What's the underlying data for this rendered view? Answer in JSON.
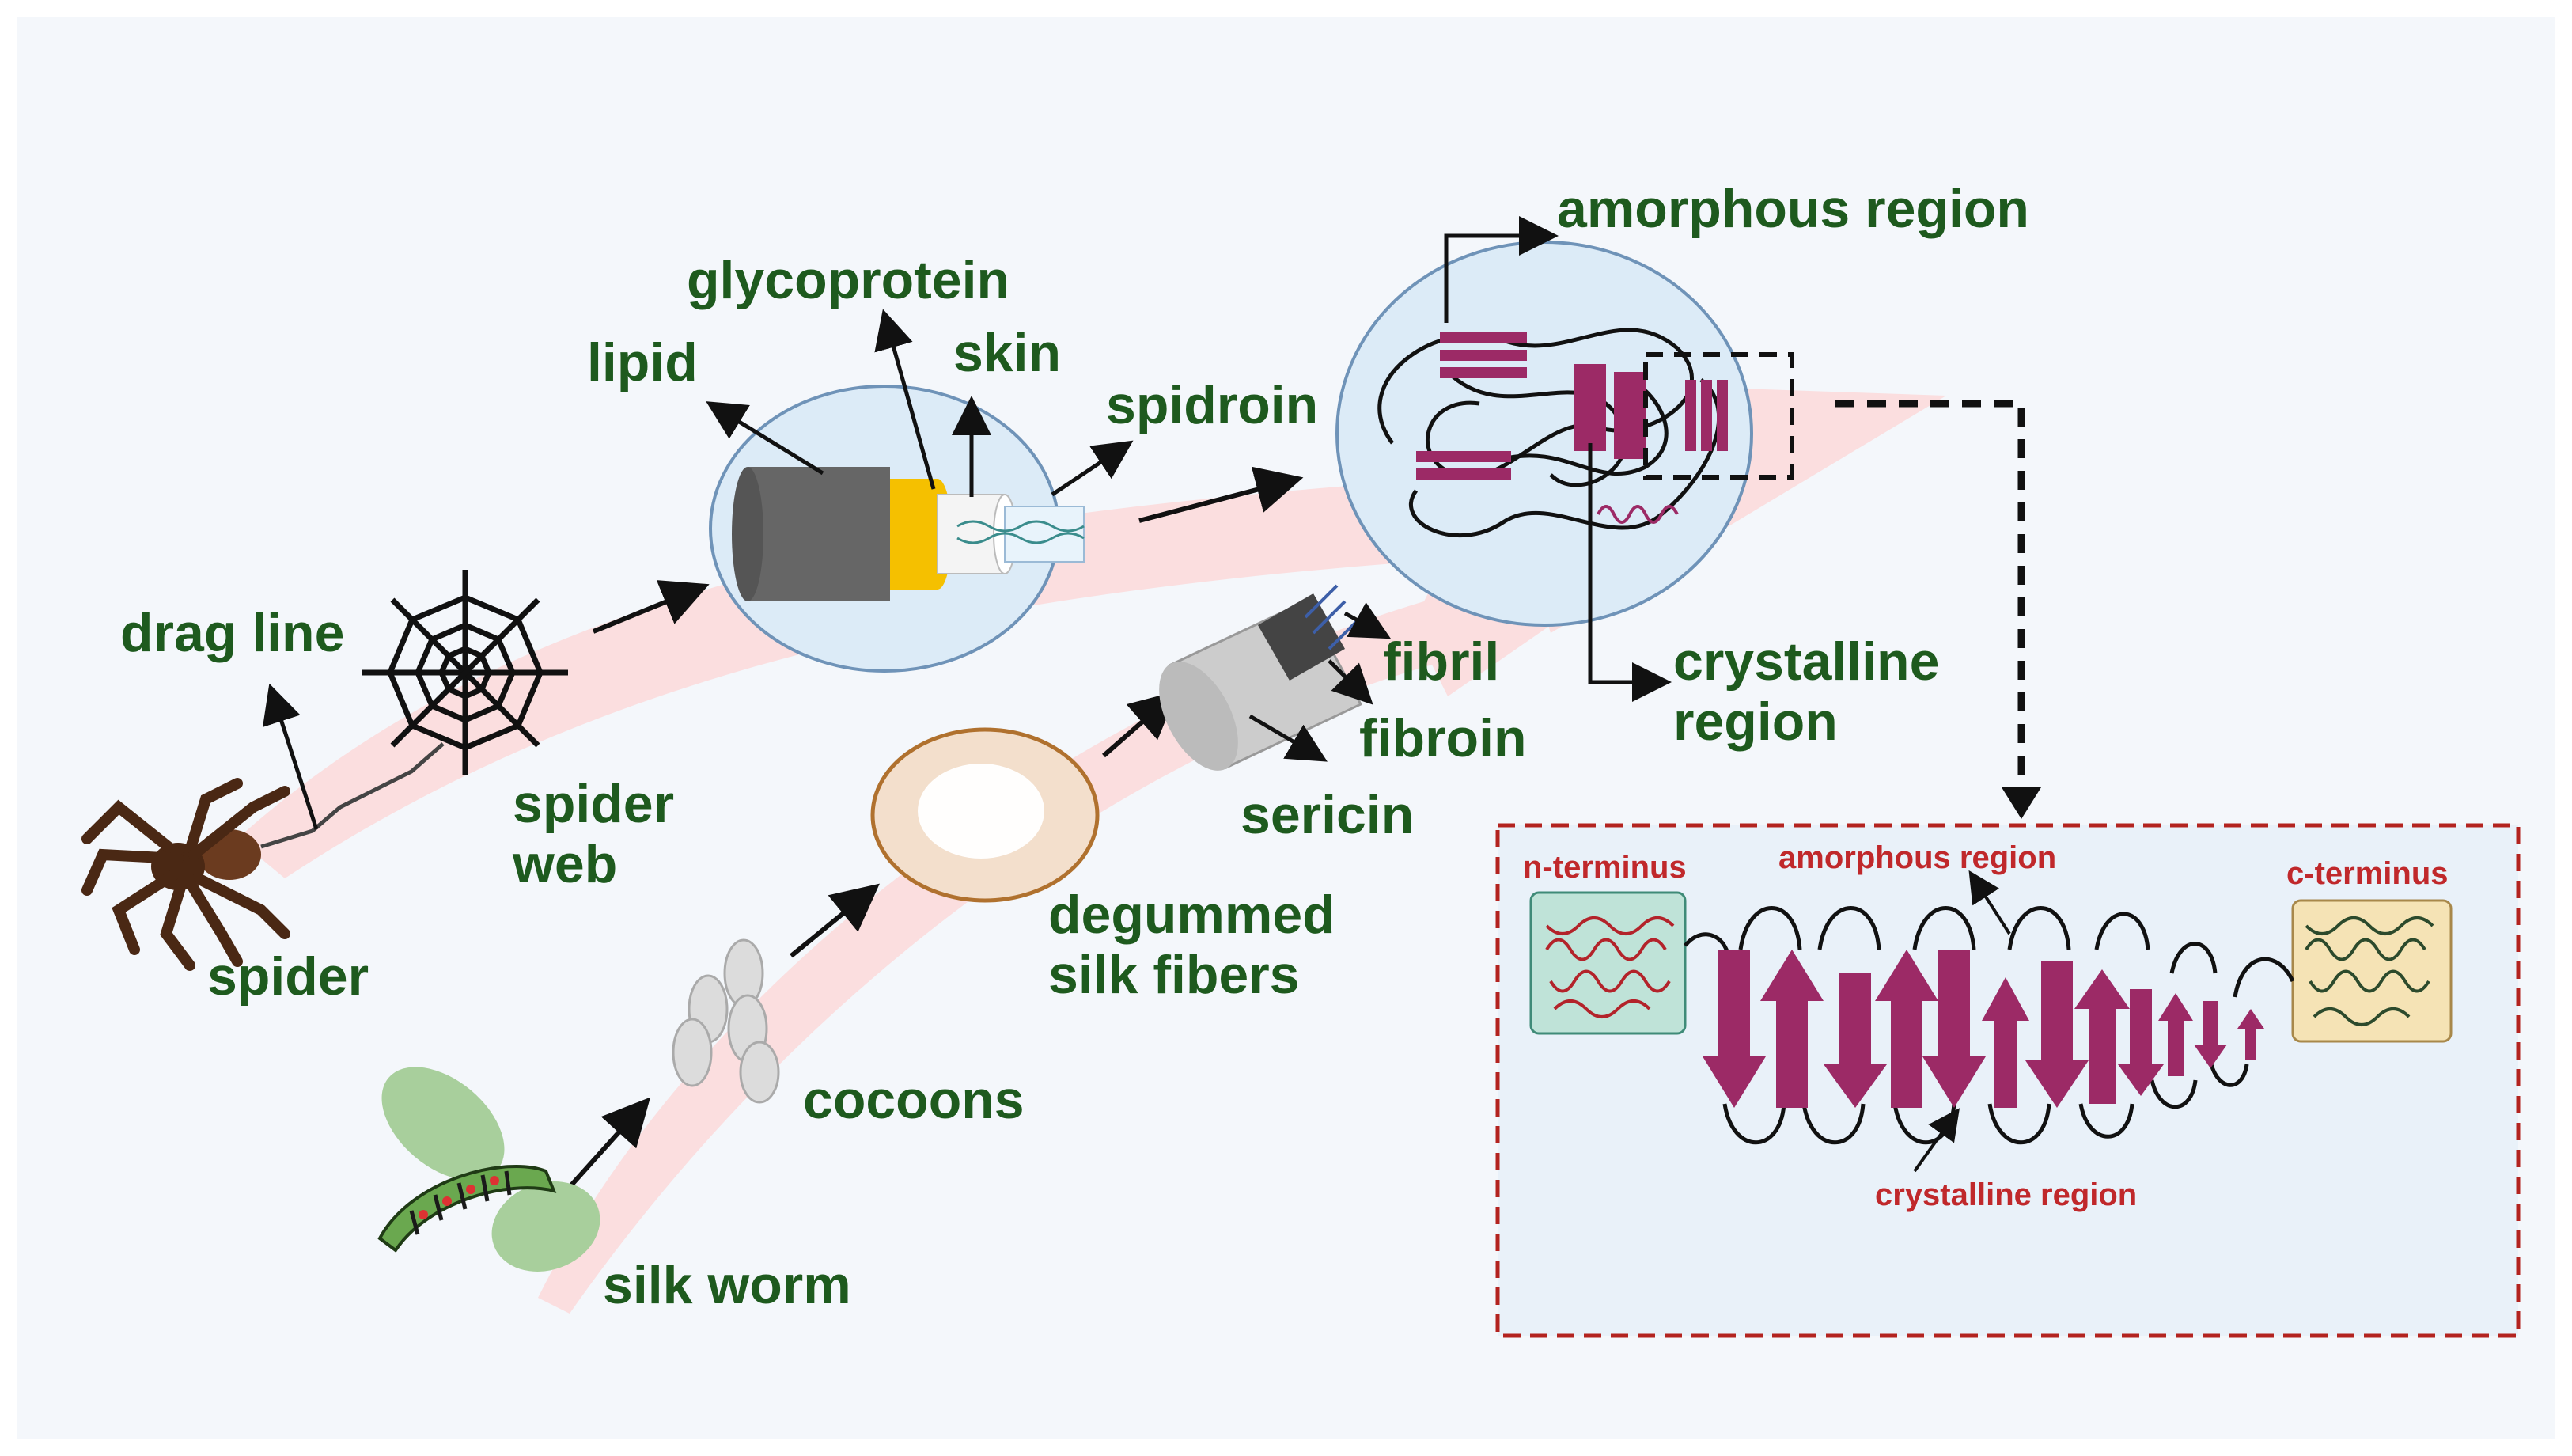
{
  "labels": {
    "drag_line": "drag line",
    "spider": "spider",
    "spider_web_1": "spider",
    "spider_web_2": "web",
    "lipid": "lipid",
    "glycoprotein": "glycoprotein",
    "skin": "skin",
    "spidroin": "spidroin",
    "amorphous_region": "amorphous region",
    "crystalline_region_1": "crystalline",
    "crystalline_region_2": "region",
    "fibril": "fibril",
    "fibroin": "fibroin",
    "sericin": "sericin",
    "degummed_1": "degummed",
    "degummed_2": "silk fibers",
    "cocoons": "cocoons",
    "silk_worm": "silk worm"
  },
  "inset": {
    "n_terminus": "n-terminus",
    "amorphous_region": "amorphous region",
    "c_terminus": "c-terminus",
    "crystalline_region": "crystalline region"
  },
  "colors": {
    "label_green": "#1e5a1e",
    "inset_red": "#c0282b",
    "protein_magenta": "#9c2a66",
    "flow_pink": "#fbd9d9",
    "ellipse_blue": "#dcebf7"
  }
}
